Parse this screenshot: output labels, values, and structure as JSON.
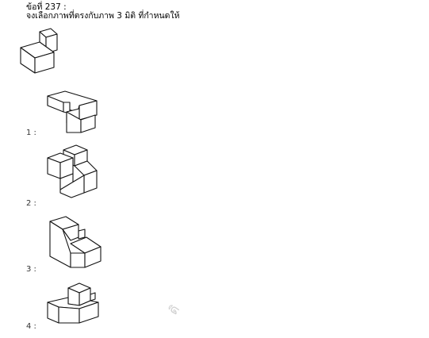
{
  "question": {
    "number_text": "ข้อที่ 237 :",
    "instruction": "จงเลือกภาพที่ตรงกับภาพ 3 มิติ ที่กำหนดให้"
  },
  "options": [
    {
      "label": "1 :"
    },
    {
      "label": "2 :"
    },
    {
      "label": "3 :"
    },
    {
      "label": "4 :"
    }
  ],
  "watermark": "ดิ"
}
